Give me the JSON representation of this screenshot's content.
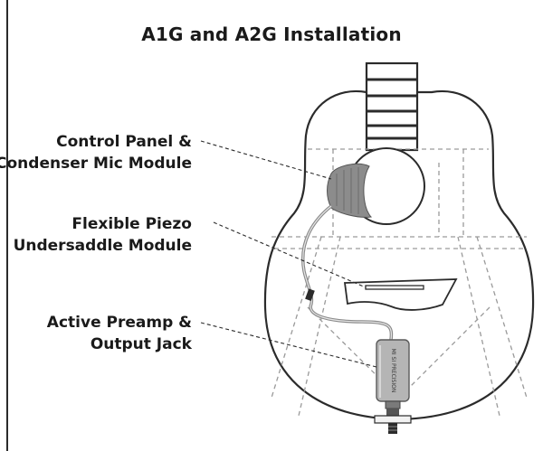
{
  "title": "A1G and A2G Installation",
  "labels": {
    "control_panel": [
      "Control Panel &",
      "Condenser Mic Module"
    ],
    "piezo": [
      "Flexible Piezo",
      "Undersaddle Module"
    ],
    "preamp": [
      "Active Preamp &",
      "Output Jack"
    ]
  },
  "preamp_text": "MI SI PRECISION",
  "colors": {
    "outline": "#2b2b2b",
    "dashed": "#9a9a9a",
    "module": "#8c8c8c",
    "preamp": "#b5b5b5"
  }
}
